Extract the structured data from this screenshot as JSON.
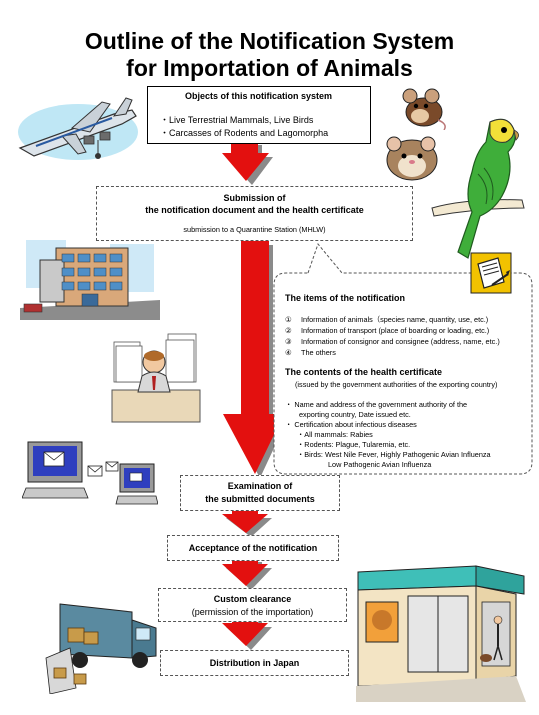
{
  "title": {
    "line1": "Outline of the Notification System",
    "line2": "for Importation of Animals"
  },
  "objects_box": {
    "heading": "Objects of this notification system",
    "items": [
      "・Live Terrestrial Mammals, Live Birds",
      "・Carcasses of Rodents and Lagomorpha"
    ]
  },
  "submission_box": {
    "line1": "Submission of",
    "line2": "the notification document and the health certificate",
    "sub": "submission to a Quarantine Station (MHLW)"
  },
  "notification_items": {
    "heading": "The items of the notification",
    "items": [
      {
        "num": "①",
        "text": "Information of animals（species name, quantity, use, etc.)"
      },
      {
        "num": "②",
        "text": "Information of transport (place of boarding or loading, etc.)"
      },
      {
        "num": "③",
        "text": "Information of consignor and consignee (address, name, etc.)"
      },
      {
        "num": "④",
        "text": "The others"
      }
    ]
  },
  "health_certificate": {
    "heading": "The contents of the health certificate",
    "subheading": "(issued by the government authorities of the exporting country)",
    "item1_line1": "・  Name and address of the government authority of the",
    "item1_line2": "exporting country, Date issued etc.",
    "item2": "・  Certification about infectious diseases",
    "diseases": {
      "mammals": "・All mammals: Rabies",
      "rodents": "・Rodents: Plague, Tularemia, etc.",
      "birds_line1": "・Birds: West Nile Fever, Highly Pathogenic Avian Influenza",
      "birds_line2": "Low Pathogenic Avian Influenza"
    }
  },
  "steps": {
    "examination_line1": "Examination of",
    "examination_line2": "the submitted documents",
    "acceptance": "Acceptance of the notification",
    "custom_line1": "Custom clearance",
    "custom_line2": "(permission of the importation)",
    "distribution": "Distribution in Japan"
  },
  "colors": {
    "arrow": "#e3100f",
    "arrow_shadow": "#8a8a8a",
    "box_border": "#000000"
  },
  "illustrations": [
    "airplane-icon",
    "mouse-icon",
    "hamster-icon",
    "parakeet-icon",
    "office-building-icon",
    "document-icon",
    "office-worker-icon",
    "computers-email-icon",
    "delivery-truck-icon",
    "pet-shop-icon"
  ]
}
